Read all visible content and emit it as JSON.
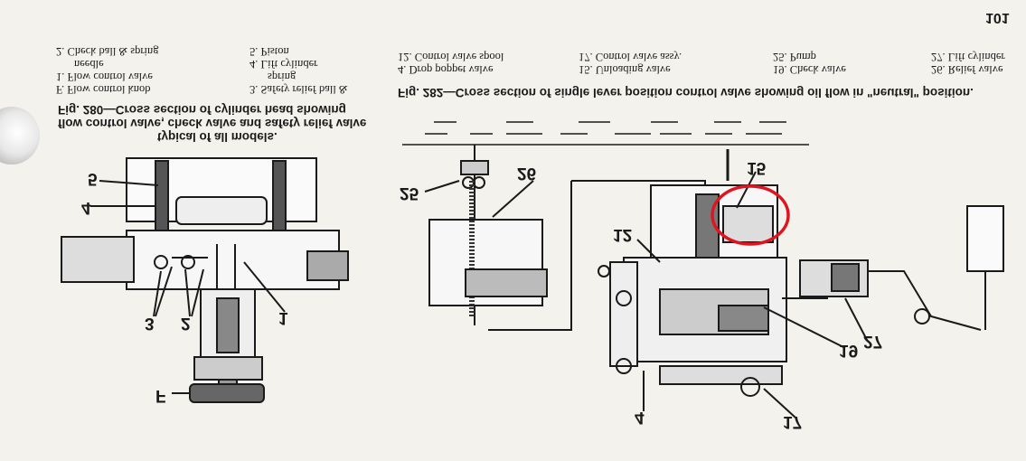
{
  "page_number": "101",
  "fig280": {
    "caption": [
      "Fig. 280—Cross section of cylinder head showing",
      "flow control valve, check valve and safety relief valve",
      "typical of all models."
    ],
    "legend_col1": [
      "F. Flow control knob",
      "1. Flow control valve",
      "needle",
      "2. Check ball & spring"
    ],
    "legend_col2": [
      "3. Safety relief ball &",
      "spring",
      "4. Lift cylinder",
      "5. Piston"
    ],
    "callouts": [
      "5",
      "4",
      "3",
      "2",
      "1",
      "F"
    ]
  },
  "fig282": {
    "caption": "Fig. 282—Cross section of single lever position control valve showing oil flow in \"neutral\" position.",
    "legend": [
      [
        "4. Drop poppet valve",
        "12. Control valve spool"
      ],
      [
        "15. Unloading valve",
        "17. Control valve assy."
      ],
      [
        "19. Check valve",
        "25. Pump"
      ],
      [
        "26. Relief valve",
        "27. Lift cylinder"
      ]
    ],
    "callouts": [
      "25",
      "26",
      "15",
      "12",
      "27",
      "19",
      "4",
      "17"
    ]
  },
  "colors": {
    "paper": "#f3f2ec",
    "ink": "#1a1a1a",
    "highlight": "#e0141e"
  }
}
